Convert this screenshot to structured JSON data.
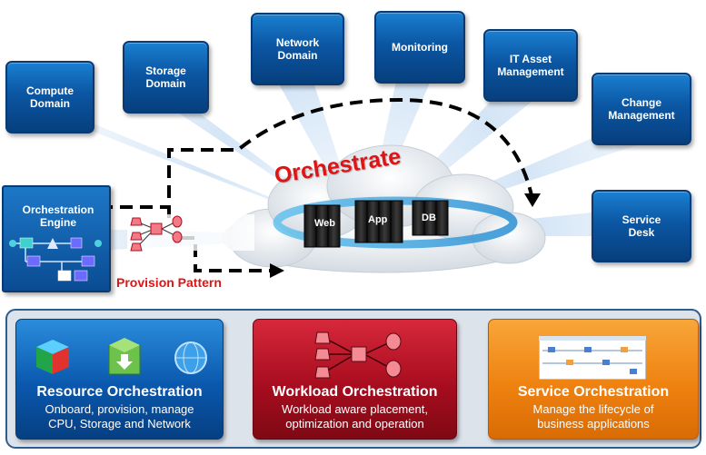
{
  "domains": [
    {
      "label": "Compute\nDomain"
    },
    {
      "label": "Storage\nDomain"
    },
    {
      "label": "Network\nDomain"
    },
    {
      "label": "Monitoring"
    },
    {
      "label": "IT Asset\nManagement"
    },
    {
      "label": "Change\nManagement"
    },
    {
      "label": "Service\nDesk"
    }
  ],
  "engine": {
    "title": "Orchestration\nEngine"
  },
  "orchestrate_title": "Orchestrate",
  "servers": [
    "Web",
    "App",
    "DB"
  ],
  "provision_label": "Provision Pattern",
  "cards": [
    {
      "title_bold": "Resource",
      "title_rest": "Orchestration",
      "desc": "Onboard, provision, manage\nCPU, Storage and Network"
    },
    {
      "title": "Workload Orchestration",
      "desc": "Workload aware placement,\noptimization and operation"
    },
    {
      "title": "Service Orchestration",
      "desc": "Manage the lifecycle of\nbusiness applications"
    }
  ],
  "colors": {
    "accent_red": "#e01414",
    "domain_blue": "#0b56a3",
    "workload_red": "#a80d1f",
    "service_orange": "#ef8210"
  }
}
